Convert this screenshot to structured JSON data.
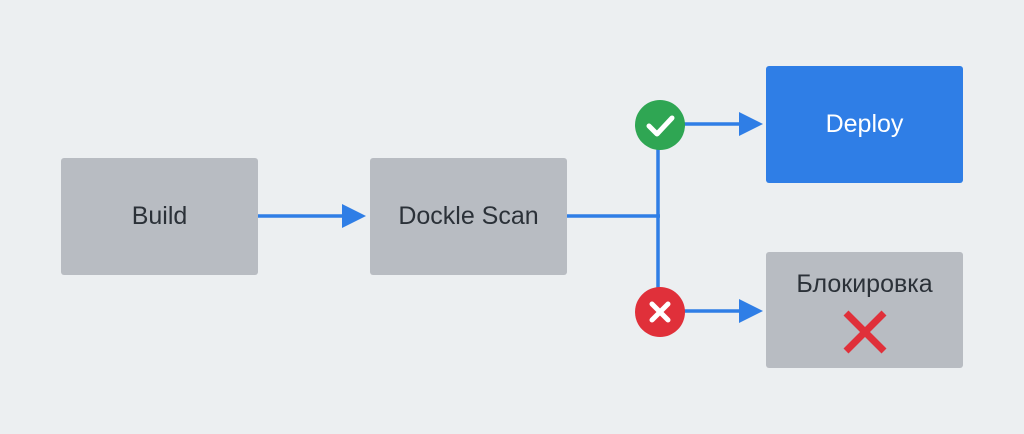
{
  "nodes": {
    "build": "Build",
    "scan": "Dockle Scan",
    "deploy": "Deploy",
    "block": "Блокировка"
  },
  "icons": {
    "pass": "checkmark-icon",
    "fail": "x-icon",
    "blocked": "red-x-icon"
  },
  "colors": {
    "background": "#eceff1",
    "node_gray": "#b8bcc2",
    "deploy_blue": "#2f7ee6",
    "connector": "#2f7ee6",
    "pass_green": "#2fa653",
    "fail_red": "#e0303a"
  }
}
